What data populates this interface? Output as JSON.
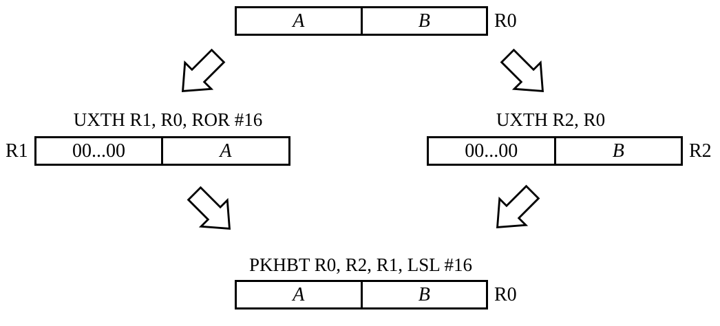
{
  "diagram": {
    "top": {
      "cells": [
        "A",
        "B"
      ],
      "register_label": "R0"
    },
    "left_branch": {
      "instruction": "UXTH R1, R0, ROR #16",
      "register_label": "R1",
      "cells": [
        "00...00",
        "A"
      ]
    },
    "right_branch": {
      "instruction": "UXTH R2, R0",
      "register_label": "R2",
      "cells": [
        "00...00",
        "B"
      ]
    },
    "result": {
      "instruction": "PKHBT R0, R2, R1, LSL #16",
      "register_label": "R0",
      "cells": [
        "A",
        "B"
      ]
    },
    "arrows": {
      "top_left": "down-left-arrow",
      "top_right": "down-right-arrow",
      "bottom_left": "down-right-arrow",
      "bottom_right": "down-left-arrow"
    },
    "colors": {
      "stroke": "#000000",
      "fill": "#ffffff"
    }
  }
}
